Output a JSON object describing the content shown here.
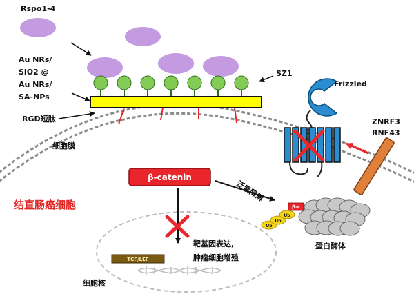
{
  "labels": {
    "rspo": "Rspo1-4",
    "nanoparticles": [
      "Au NRs/",
      "SiO2 @",
      "Au NRs/",
      "SA-NPs"
    ],
    "sz1": "SZ1",
    "rgd": "RGD短肽",
    "frizzled": "Frizzled",
    "znrf3": "ZNRF3",
    "rnf43": "RNF43",
    "membrane": "细胞膜",
    "beta_catenin": "β-catenin",
    "degradation": "泛素降解",
    "cancer_cell": "结直肠癌细胞",
    "proteasome": "蛋白酶体",
    "ub": "Ub",
    "beta_c_tag": "β-c",
    "target_genes": [
      "靶基因表达,",
      "肿瘤细胞增殖"
    ],
    "tcf_lef": "TCF/LEF",
    "nucleus": "细胞核"
  },
  "colors": {
    "rspo_purple": "#c49ae0",
    "sz1_green": "#82cc55",
    "bar_yellow": "#ffff00",
    "rgd_red": "#e8262b",
    "frizzled_blue": "#2b8dd0",
    "znrf3_orange": "#e0803a",
    "beta_catenin_red": "#e8262b",
    "cancer_text_red": "#e02424",
    "x_mark": "#e8262b",
    "proteasome_gray": "#c8c8c8",
    "ub_yellow": "#f5d419",
    "tcf_brown": "#7a5a10"
  }
}
